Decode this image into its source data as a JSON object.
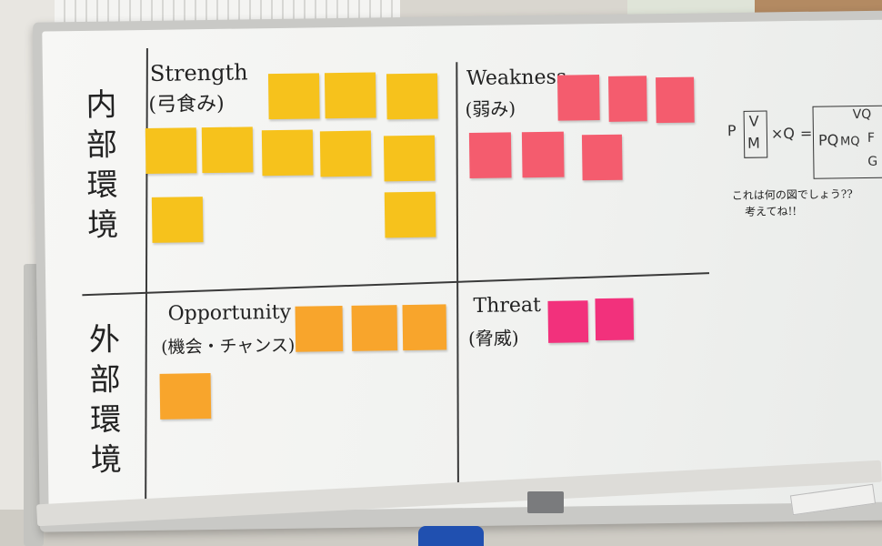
{
  "board": {
    "internal": [
      "内",
      "部",
      "環",
      "境"
    ],
    "external": [
      "外",
      "部",
      "環",
      "境"
    ],
    "strength": {
      "title": "Strength",
      "subtitle": "(弓食み)"
    },
    "weakness": {
      "title": "Weakness",
      "subtitle": "(弱み)"
    },
    "opportunity": {
      "title": "Opportunity",
      "subtitle": "(機会・チャンス)"
    },
    "threat": {
      "title": "Threat",
      "subtitle": "(脅威)"
    },
    "note_text": "",
    "formula": {
      "p": "P",
      "v": "V",
      "m": "M",
      "times": "×Q",
      "eq": "=",
      "pq": "PQ",
      "vq": "VQ",
      "mq": "MQ",
      "f": "F",
      "g": "G",
      "question_line1": "これは何の図でしょう??",
      "question_line2": "考えてね!!"
    }
  },
  "colors": {
    "yellow": "#f6c21c",
    "orange": "#f8a52c",
    "pink": "#f45c6e",
    "magenta": "#f2317c"
  }
}
